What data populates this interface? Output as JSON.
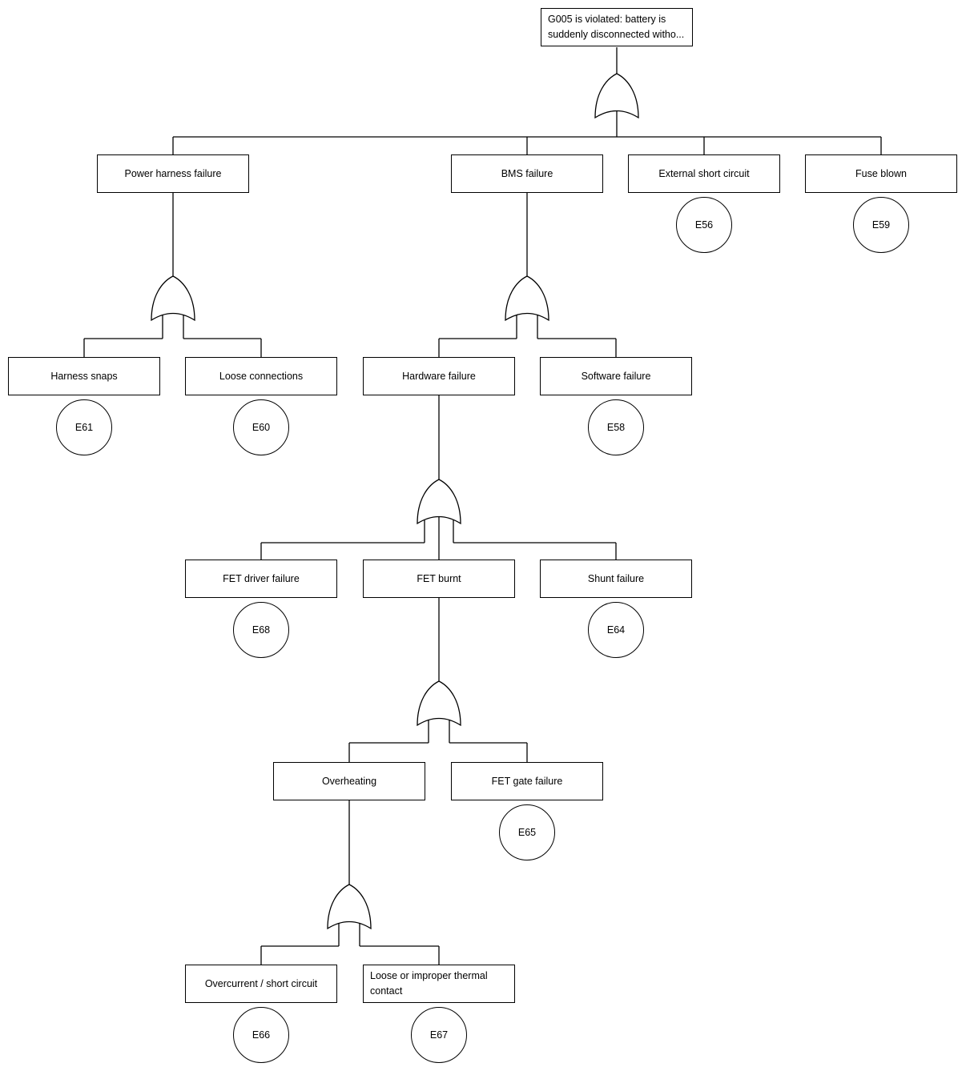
{
  "diagram": {
    "kind": "fault-tree",
    "gate_type": "OR",
    "stroke_color": "#000000",
    "fill_color": "#ffffff"
  },
  "nodes": {
    "top_event": {
      "label": "G005 is violated: battery is suddenly disconnected witho..."
    },
    "power_harness_failure": {
      "label": "Power harness failure"
    },
    "bms_failure": {
      "label": "BMS failure"
    },
    "external_short_circuit": {
      "label": "External short circuit",
      "event_id": "E56"
    },
    "fuse_blown": {
      "label": "Fuse blown",
      "event_id": "E59"
    },
    "harness_snaps": {
      "label": "Harness snaps",
      "event_id": "E61"
    },
    "loose_connections": {
      "label": "Loose connections",
      "event_id": "E60"
    },
    "hardware_failure": {
      "label": "Hardware failure"
    },
    "software_failure": {
      "label": "Software failure",
      "event_id": "E58"
    },
    "fet_driver_failure": {
      "label": "FET driver failure",
      "event_id": "E68"
    },
    "fet_burnt": {
      "label": "FET burnt"
    },
    "shunt_failure": {
      "label": "Shunt failure",
      "event_id": "E64"
    },
    "overheating": {
      "label": "Overheating"
    },
    "fet_gate_failure": {
      "label": "FET gate failure",
      "event_id": "E65"
    },
    "overcurrent_short_circuit": {
      "label": "Overcurrent / short circuit",
      "event_id": "E66"
    },
    "loose_improper_thermal_contact": {
      "label": "Loose or improper thermal contact",
      "event_id": "E67"
    }
  }
}
